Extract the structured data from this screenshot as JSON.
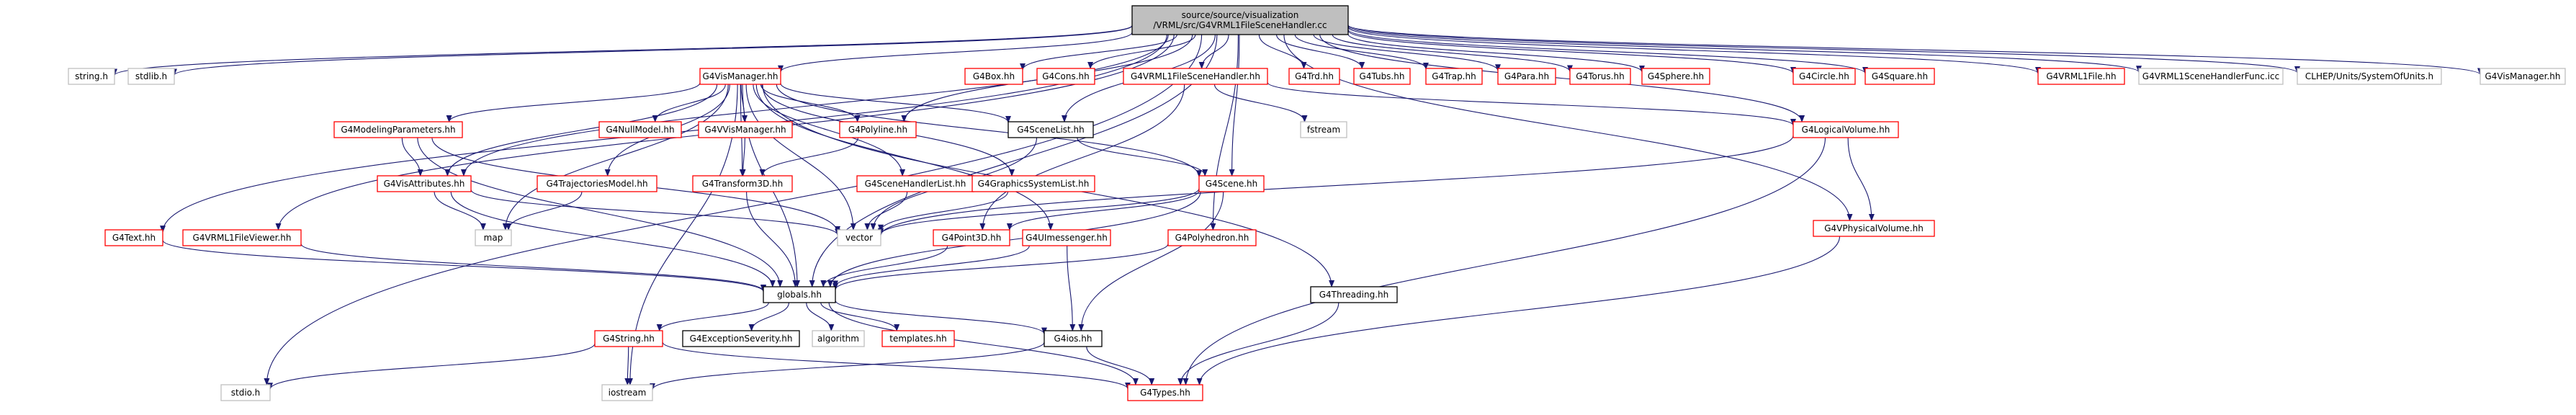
{
  "colors": {
    "edge": "#191970",
    "root_fill": "#bfbfbf",
    "red_stroke": "#ff0000",
    "black_stroke": "#000000",
    "gray_stroke": "#bfbfbf",
    "text": "#000000"
  },
  "nodes": [
    {
      "id": "root",
      "label": "source/source/visualization\n/VRML/src/G4VRML1FileSceneHandler.cc",
      "style": "root",
      "link": false
    },
    {
      "id": "string_h",
      "label": "string.h",
      "style": "gray",
      "link": false
    },
    {
      "id": "stdlib_h",
      "label": "stdlib.h",
      "style": "gray",
      "link": false
    },
    {
      "id": "g4vismanager",
      "label": "G4VisManager.hh",
      "style": "red",
      "link": true
    },
    {
      "id": "g4box",
      "label": "G4Box.hh",
      "style": "red",
      "link": true
    },
    {
      "id": "g4cons",
      "label": "G4Cons.hh",
      "style": "red",
      "link": true
    },
    {
      "id": "g4vrml1fsh",
      "label": "G4VRML1FileSceneHandler.hh",
      "style": "red",
      "link": true
    },
    {
      "id": "g4trd",
      "label": "G4Trd.hh",
      "style": "red",
      "link": true
    },
    {
      "id": "g4tubs",
      "label": "G4Tubs.hh",
      "style": "red",
      "link": true
    },
    {
      "id": "g4trap",
      "label": "G4Trap.hh",
      "style": "red",
      "link": true
    },
    {
      "id": "g4para",
      "label": "G4Para.hh",
      "style": "red",
      "link": true
    },
    {
      "id": "g4torus",
      "label": "G4Torus.hh",
      "style": "red",
      "link": true
    },
    {
      "id": "g4sphere",
      "label": "G4Sphere.hh",
      "style": "red",
      "link": true
    },
    {
      "id": "g4circle",
      "label": "G4Circle.hh",
      "style": "red",
      "link": true
    },
    {
      "id": "g4square",
      "label": "G4Square.hh",
      "style": "red",
      "link": true
    },
    {
      "id": "g4vrml1file",
      "label": "G4VRML1File.hh",
      "style": "red",
      "link": true
    },
    {
      "id": "g4vrml1shfunc",
      "label": "G4VRML1SceneHandlerFunc.icc",
      "style": "gray",
      "link": false
    },
    {
      "id": "clhep",
      "label": "CLHEP/Units/SystemOfUnits.h",
      "style": "gray",
      "link": false
    },
    {
      "id": "g4vismanager_h",
      "label": "G4VisManager.hh",
      "style": "gray",
      "link": false
    },
    {
      "id": "g4modparams",
      "label": "G4ModelingParameters.hh",
      "style": "red",
      "link": true
    },
    {
      "id": "g4nullmodel",
      "label": "G4NullModel.hh",
      "style": "red",
      "link": true
    },
    {
      "id": "g4vvismanager",
      "label": "G4VVisManager.hh",
      "style": "red",
      "link": true
    },
    {
      "id": "g4polyline",
      "label": "G4Polyline.hh",
      "style": "red",
      "link": true
    },
    {
      "id": "g4scenelist",
      "label": "G4SceneList.hh",
      "style": "black",
      "link": true
    },
    {
      "id": "fstream",
      "label": "fstream",
      "style": "gray",
      "link": false
    },
    {
      "id": "g4logvol",
      "label": "G4LogicalVolume.hh",
      "style": "red",
      "link": true
    },
    {
      "id": "g4visattr",
      "label": "G4VisAttributes.hh",
      "style": "red",
      "link": true
    },
    {
      "id": "g4trajmodel",
      "label": "G4TrajectoriesModel.hh",
      "style": "red",
      "link": true
    },
    {
      "id": "g4transform3d",
      "label": "G4Transform3D.hh",
      "style": "red",
      "link": true
    },
    {
      "id": "g4shlist",
      "label": "G4SceneHandlerList.hh",
      "style": "red",
      "link": true
    },
    {
      "id": "g4gslist",
      "label": "G4GraphicsSystemList.hh",
      "style": "red",
      "link": true
    },
    {
      "id": "g4scene",
      "label": "G4Scene.hh",
      "style": "red",
      "link": true
    },
    {
      "id": "g4physvol",
      "label": "G4VPhysicalVolume.hh",
      "style": "red",
      "link": true
    },
    {
      "id": "g4text",
      "label": "G4Text.hh",
      "style": "red",
      "link": true
    },
    {
      "id": "g4vrml1fileviewer",
      "label": "G4VRML1FileViewer.hh",
      "style": "red",
      "link": true
    },
    {
      "id": "map",
      "label": "map",
      "style": "gray",
      "link": false
    },
    {
      "id": "vector",
      "label": "vector",
      "style": "gray",
      "link": false
    },
    {
      "id": "g4point3d",
      "label": "G4Point3D.hh",
      "style": "red",
      "link": true
    },
    {
      "id": "g4uimessenger",
      "label": "G4UImessenger.hh",
      "style": "red",
      "link": true
    },
    {
      "id": "g4polyhedron",
      "label": "G4Polyhedron.hh",
      "style": "red",
      "link": true
    },
    {
      "id": "globals",
      "label": "globals.hh",
      "style": "black",
      "link": true
    },
    {
      "id": "g4threading",
      "label": "G4Threading.hh",
      "style": "black",
      "link": true
    },
    {
      "id": "g4string",
      "label": "G4String.hh",
      "style": "red",
      "link": true
    },
    {
      "id": "g4exsev",
      "label": "G4ExceptionSeverity.hh",
      "style": "black",
      "link": true
    },
    {
      "id": "algorithm",
      "label": "algorithm",
      "style": "gray",
      "link": false
    },
    {
      "id": "templates",
      "label": "templates.hh",
      "style": "red",
      "link": true
    },
    {
      "id": "g4ios",
      "label": "G4ios.hh",
      "style": "black",
      "link": true
    },
    {
      "id": "stdio_h",
      "label": "stdio.h",
      "style": "gray",
      "link": false
    },
    {
      "id": "iostream",
      "label": "iostream",
      "style": "gray",
      "link": false
    },
    {
      "id": "g4types",
      "label": "G4Types.hh",
      "style": "red",
      "link": true
    }
  ],
  "edges": [
    [
      "root",
      "string_h"
    ],
    [
      "root",
      "stdlib_h"
    ],
    [
      "root",
      "g4vismanager"
    ],
    [
      "root",
      "g4box"
    ],
    [
      "root",
      "g4cons"
    ],
    [
      "root",
      "g4vrml1fsh"
    ],
    [
      "root",
      "g4trd"
    ],
    [
      "root",
      "g4tubs"
    ],
    [
      "root",
      "g4trap"
    ],
    [
      "root",
      "g4para"
    ],
    [
      "root",
      "g4torus"
    ],
    [
      "root",
      "g4sphere"
    ],
    [
      "root",
      "g4circle"
    ],
    [
      "root",
      "g4square"
    ],
    [
      "root",
      "g4vrml1file"
    ],
    [
      "root",
      "g4vrml1shfunc"
    ],
    [
      "root",
      "clhep"
    ],
    [
      "root",
      "g4vismanager_h"
    ],
    [
      "root",
      "stdio_h"
    ],
    [
      "root",
      "g4text"
    ],
    [
      "root",
      "g4vrml1fileviewer"
    ],
    [
      "root",
      "g4polyline"
    ],
    [
      "root",
      "g4scenelist"
    ],
    [
      "root",
      "g4scene"
    ],
    [
      "root",
      "g4logvol"
    ],
    [
      "root",
      "g4physvol"
    ],
    [
      "root",
      "g4polyhedron"
    ],
    [
      "root",
      "globals"
    ],
    [
      "root",
      "g4visattr"
    ],
    [
      "g4vismanager",
      "g4modparams"
    ],
    [
      "g4vismanager",
      "g4nullmodel"
    ],
    [
      "g4vismanager",
      "g4vvismanager"
    ],
    [
      "g4vismanager",
      "g4polyline"
    ],
    [
      "g4vismanager",
      "g4scenelist"
    ],
    [
      "g4vismanager",
      "g4visattr"
    ],
    [
      "g4vismanager",
      "g4trajmodel"
    ],
    [
      "g4vismanager",
      "g4transform3d"
    ],
    [
      "g4vismanager",
      "g4shlist"
    ],
    [
      "g4vismanager",
      "g4gslist"
    ],
    [
      "g4vismanager",
      "g4scene"
    ],
    [
      "g4vismanager",
      "map"
    ],
    [
      "g4vismanager",
      "vector"
    ],
    [
      "g4vismanager",
      "g4uimessenger"
    ],
    [
      "g4vismanager",
      "g4threading"
    ],
    [
      "g4vismanager",
      "globals"
    ],
    [
      "g4vismanager",
      "iostream"
    ],
    [
      "g4vrml1fsh",
      "fstream"
    ],
    [
      "g4vrml1fsh",
      "g4logvol"
    ],
    [
      "g4vrml1fsh",
      "g4point3d"
    ],
    [
      "g4modparams",
      "g4visattr"
    ],
    [
      "g4modparams",
      "vector"
    ],
    [
      "g4modparams",
      "globals"
    ],
    [
      "g4vvismanager",
      "g4transform3d"
    ],
    [
      "g4polyline",
      "g4transform3d"
    ],
    [
      "g4scenelist",
      "g4scene"
    ],
    [
      "g4scenelist",
      "vector"
    ],
    [
      "g4logvol",
      "vector"
    ],
    [
      "g4logvol",
      "g4physvol"
    ],
    [
      "g4logvol",
      "g4types"
    ],
    [
      "g4visattr",
      "map"
    ],
    [
      "g4visattr",
      "vector"
    ],
    [
      "g4visattr",
      "globals"
    ],
    [
      "g4trajmodel",
      "map"
    ],
    [
      "g4transform3d",
      "globals"
    ],
    [
      "g4shlist",
      "vector"
    ],
    [
      "g4gslist",
      "vector"
    ],
    [
      "g4scene",
      "vector"
    ],
    [
      "g4scene",
      "g4point3d"
    ],
    [
      "g4scene",
      "globals"
    ],
    [
      "g4scene",
      "g4ios"
    ],
    [
      "g4physvol",
      "g4types"
    ],
    [
      "g4text",
      "globals"
    ],
    [
      "g4vrml1fileviewer",
      "globals"
    ],
    [
      "g4point3d",
      "globals"
    ],
    [
      "g4uimessenger",
      "globals"
    ],
    [
      "g4uimessenger",
      "g4ios"
    ],
    [
      "g4polyhedron",
      "globals"
    ],
    [
      "globals",
      "g4string"
    ],
    [
      "globals",
      "g4exsev"
    ],
    [
      "globals",
      "algorithm"
    ],
    [
      "globals",
      "templates"
    ],
    [
      "globals",
      "g4ios"
    ],
    [
      "globals",
      "g4types"
    ],
    [
      "g4threading",
      "g4types"
    ],
    [
      "g4string",
      "stdio_h"
    ],
    [
      "g4string",
      "iostream"
    ],
    [
      "g4string",
      "g4types"
    ],
    [
      "g4ios",
      "iostream"
    ],
    [
      "g4ios",
      "g4types"
    ]
  ]
}
